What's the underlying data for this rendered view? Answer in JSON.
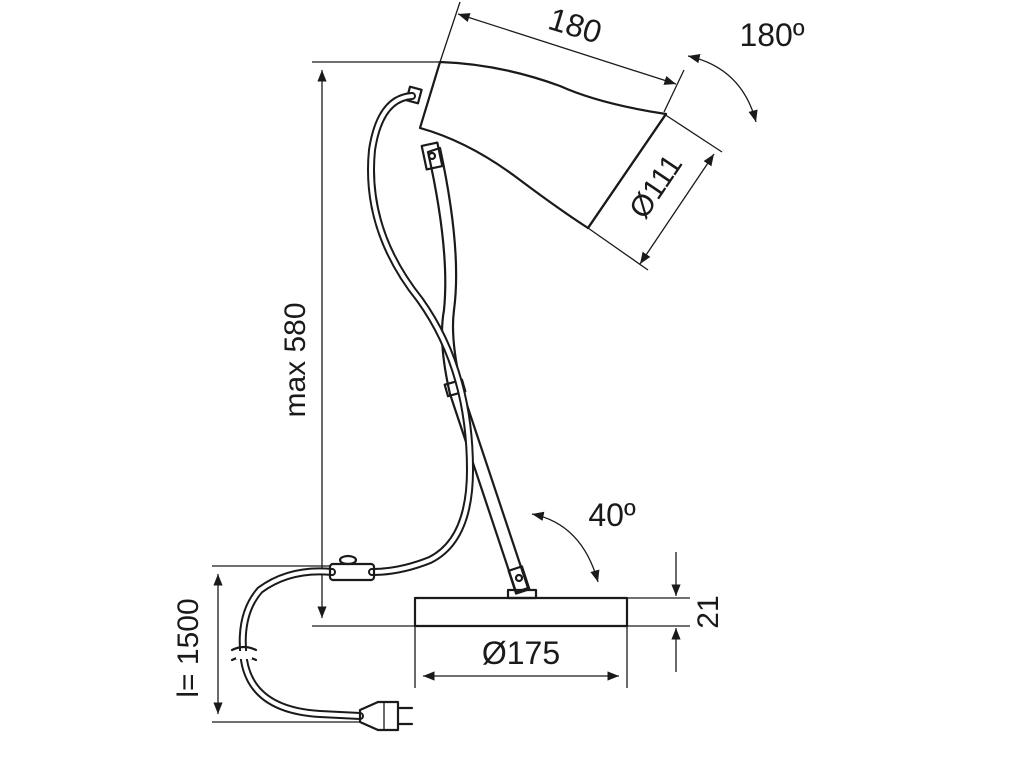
{
  "diagram": {
    "labels": {
      "shade_length": "180",
      "head_rotation": "180º",
      "shade_diameter": "Ø111",
      "max_height": "max 580",
      "arm_tilt": "40º",
      "base_height": "21",
      "base_diameter": "Ø175",
      "cord_length": "l= 1500"
    }
  }
}
